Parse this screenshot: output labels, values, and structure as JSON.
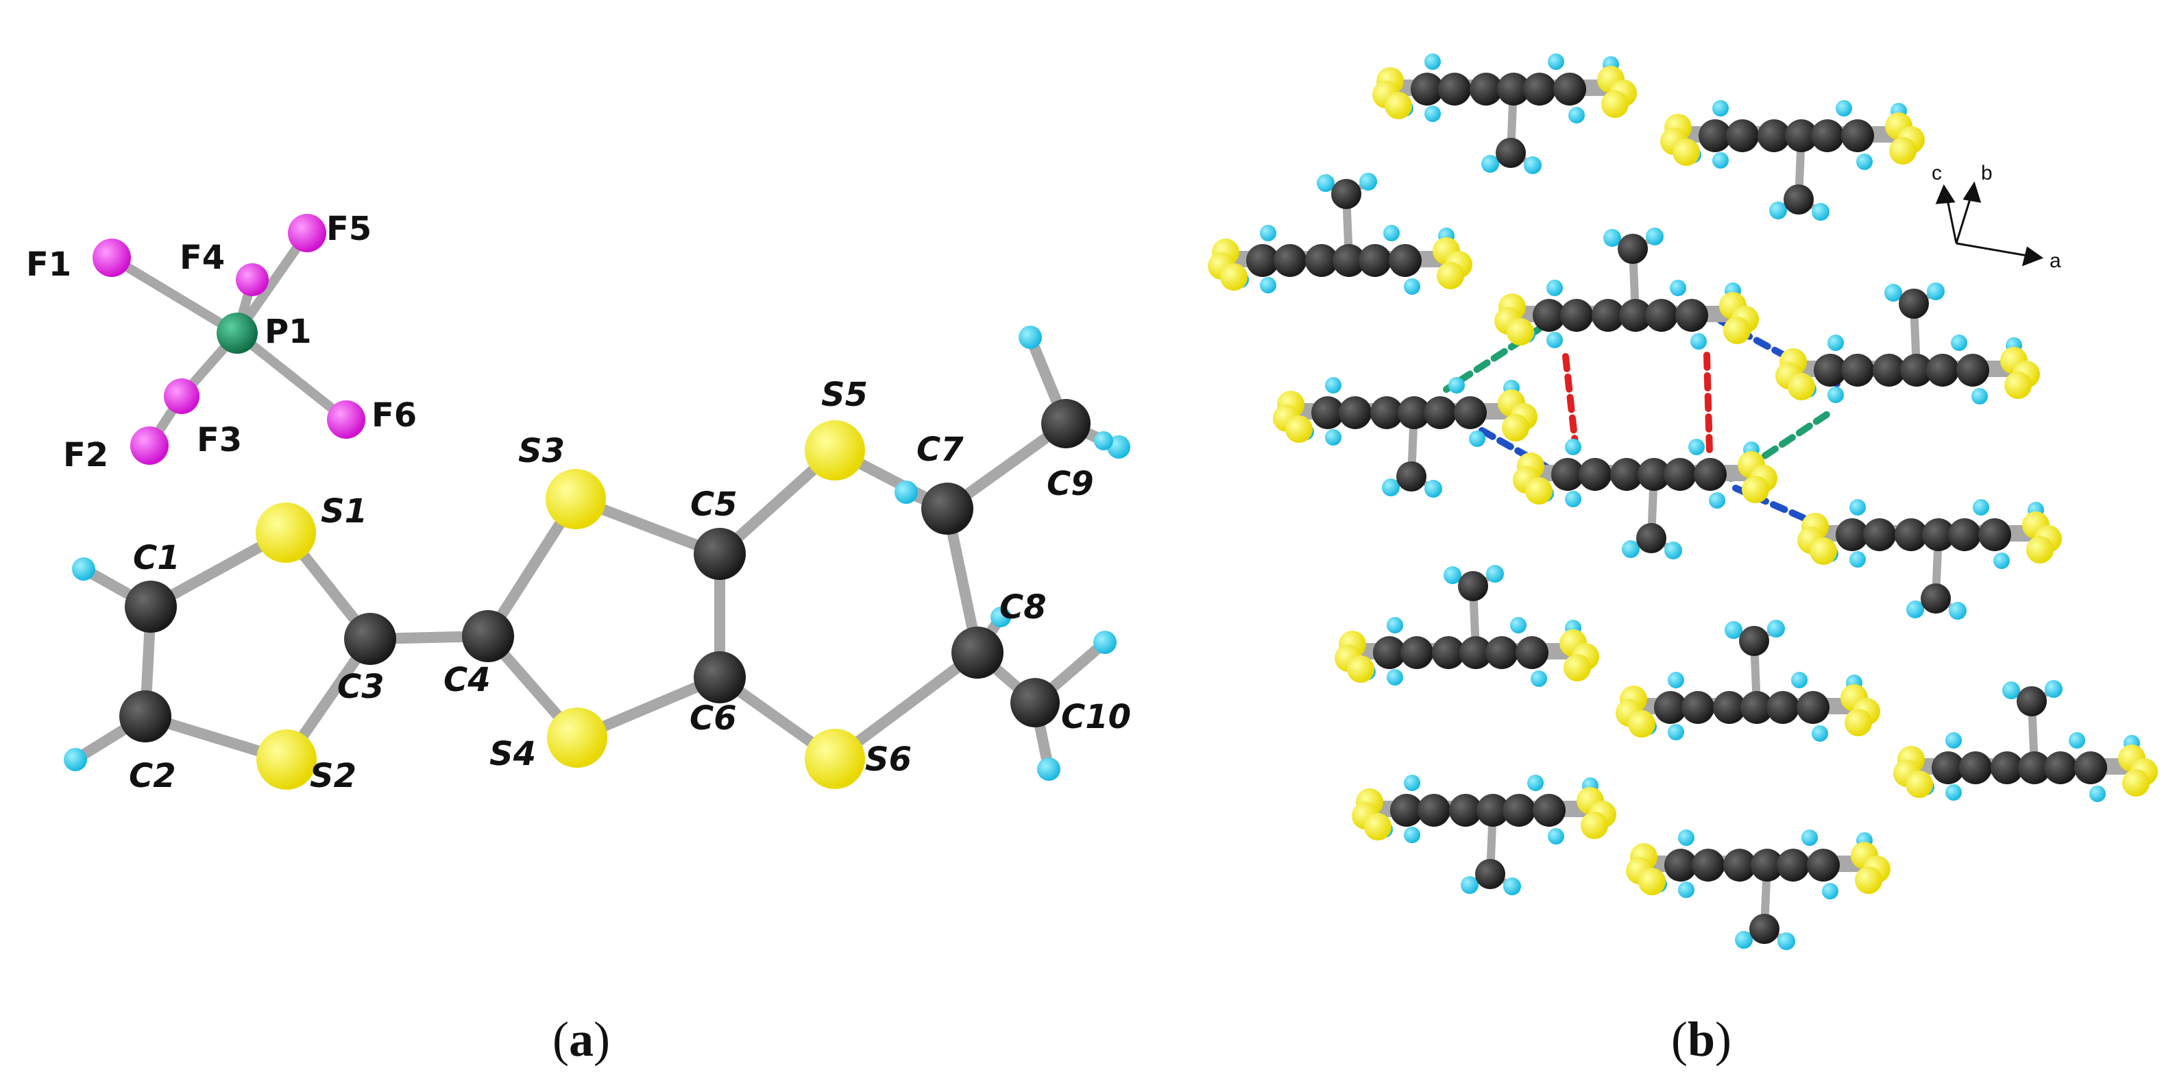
{
  "panel_a": {
    "atom_labels": {
      "F1": "F1",
      "F2": "F2",
      "F3": "F3",
      "F4": "F4",
      "F5": "F5",
      "F6": "F6",
      "P1": "P1",
      "S1": "S1",
      "S2": "S2",
      "S3": "S3",
      "S4": "S4",
      "S5": "S5",
      "S6": "S6",
      "C1": "C1",
      "C2": "C2",
      "C3": "C3",
      "C4": "C4",
      "C5": "C5",
      "C6": "C6",
      "C7": "C7",
      "C8": "C8",
      "C9": "C9",
      "C10": "C10"
    },
    "caption_open": "(",
    "caption_letter": "a",
    "caption_close": ")"
  },
  "panel_b": {
    "axes": {
      "c": "c",
      "b": "b",
      "a": "a"
    },
    "caption_open": "(",
    "caption_letter": "b",
    "caption_close": ")"
  },
  "colors": {
    "carbon": "#222222",
    "sulfur": "#ffee00",
    "hydrogen": "#22c4e8",
    "fluorine": "#e81ee8",
    "phosphorus": "#1a8a5a",
    "bond": "#a8a8a8",
    "contact_red": "#e02020",
    "contact_green": "#20a070",
    "contact_blue": "#2050c8"
  }
}
